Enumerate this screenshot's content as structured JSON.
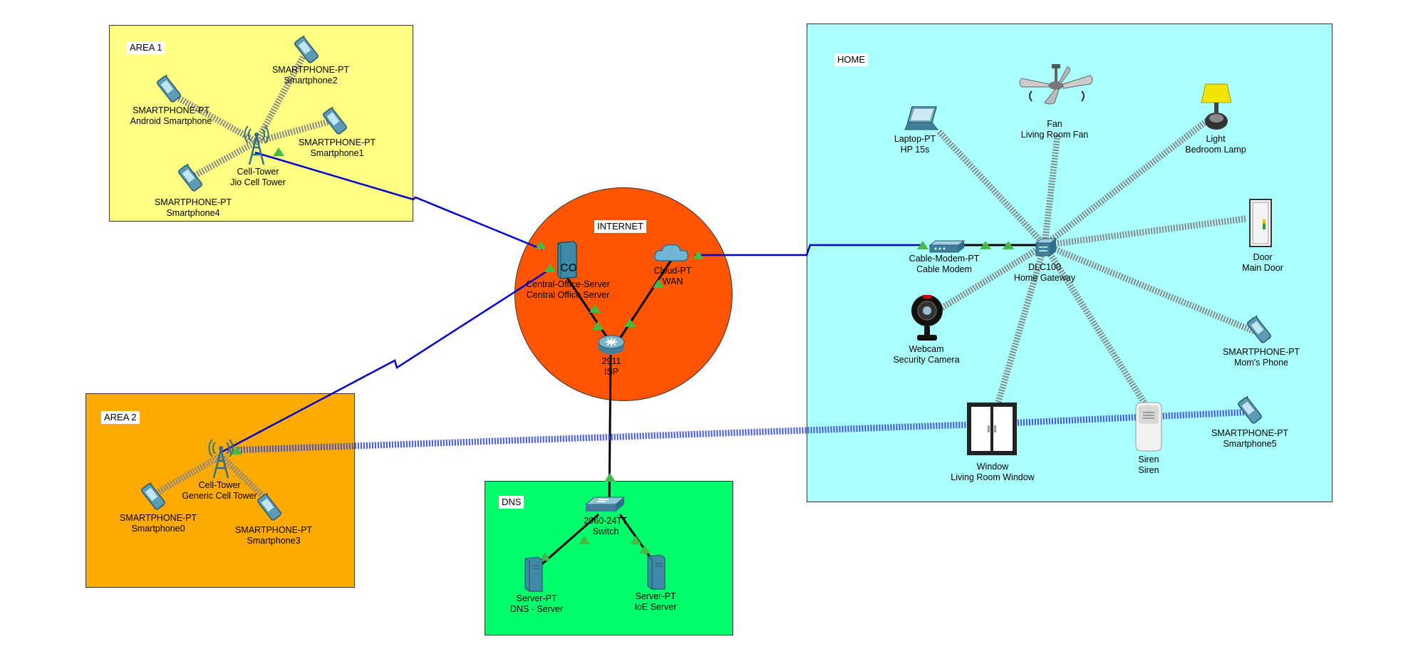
{
  "areas": {
    "area1": {
      "title": "AREA 1",
      "color": "#ffff84"
    },
    "area2": {
      "title": "AREA 2",
      "color": "#ffaa00"
    },
    "internet": {
      "title": "INTERNET",
      "color": "#ff5500"
    },
    "dns": {
      "title": "DNS",
      "color": "#00ff6a"
    },
    "home": {
      "title": "HOME",
      "color": "#aaffff"
    }
  },
  "devices": {
    "android_smartphone": {
      "type": "SMARTPHONE-PT",
      "name": "Android Smartphone",
      "icon": "smartphone-icon"
    },
    "smartphone2": {
      "type": "SMARTPHONE-PT",
      "name": "Smartphone2",
      "icon": "smartphone-icon"
    },
    "smartphone1": {
      "type": "SMARTPHONE-PT",
      "name": "Smartphone1",
      "icon": "smartphone-icon"
    },
    "smartphone4": {
      "type": "SMARTPHONE-PT",
      "name": "Smartphone4",
      "icon": "smartphone-icon"
    },
    "jio_cell_tower": {
      "type": "Cell-Tower",
      "name": "Jio Cell Tower",
      "icon": "cell-tower-icon"
    },
    "generic_cell_tower": {
      "type": "Cell-Tower",
      "name": "Generic Cell Tower",
      "icon": "cell-tower-icon"
    },
    "smartphone0": {
      "type": "SMARTPHONE-PT",
      "name": "Smartphone0",
      "icon": "smartphone-icon"
    },
    "smartphone3": {
      "type": "SMARTPHONE-PT",
      "name": "Smartphone3",
      "icon": "smartphone-icon"
    },
    "central_office": {
      "type": "Central-Office-Server",
      "name": "Central Office Server",
      "icon": "central-office-server-icon"
    },
    "wan": {
      "type": "Cloud-PT",
      "name": "WAN",
      "icon": "cloud-icon"
    },
    "isp": {
      "type": "2911",
      "name": "ISP",
      "icon": "router-icon"
    },
    "switch": {
      "type": "2960-24TT",
      "name": "Switch",
      "icon": "switch-icon"
    },
    "dns_server": {
      "type": "Server-PT",
      "name": "DNS - Server",
      "icon": "server-icon"
    },
    "ioe_server": {
      "type": "Server-PT",
      "name": "IoE Server",
      "icon": "server-icon"
    },
    "laptop": {
      "type": "Laptop-PT",
      "name": "HP 15s",
      "icon": "laptop-icon"
    },
    "fan": {
      "type": "Fan",
      "name": "Living Room Fan",
      "icon": "ceiling-fan-icon"
    },
    "light": {
      "type": "Light",
      "name": "Bedroom Lamp",
      "icon": "lamp-icon"
    },
    "cable_modem": {
      "type": "Cable-Modem-PT",
      "name": "Cable Modem",
      "icon": "cable-modem-icon"
    },
    "gateway": {
      "type": "DLC100",
      "name": "Home Gateway",
      "icon": "home-gateway-icon"
    },
    "door": {
      "type": "Door",
      "name": "Main Door",
      "icon": "door-icon"
    },
    "webcam": {
      "type": "Webcam",
      "name": "Security Camera",
      "icon": "webcam-icon"
    },
    "moms_phone": {
      "type": "SMARTPHONE-PT",
      "name": "Mom's Phone",
      "icon": "smartphone-icon"
    },
    "window": {
      "type": "Window",
      "name": "Living Room Window",
      "icon": "window-icon"
    },
    "siren": {
      "type": "Siren",
      "name": "Siren",
      "icon": "siren-icon"
    },
    "smartphone5": {
      "type": "SMARTPHONE-PT",
      "name": "Smartphone5",
      "icon": "smartphone-icon"
    }
  },
  "colors": {
    "serial_link": "#0000cc",
    "copper_link": "#000000",
    "wireless_link": "#888888",
    "wireless_link_blue": "#4455dd",
    "link_up_marker": "#44bb44"
  }
}
